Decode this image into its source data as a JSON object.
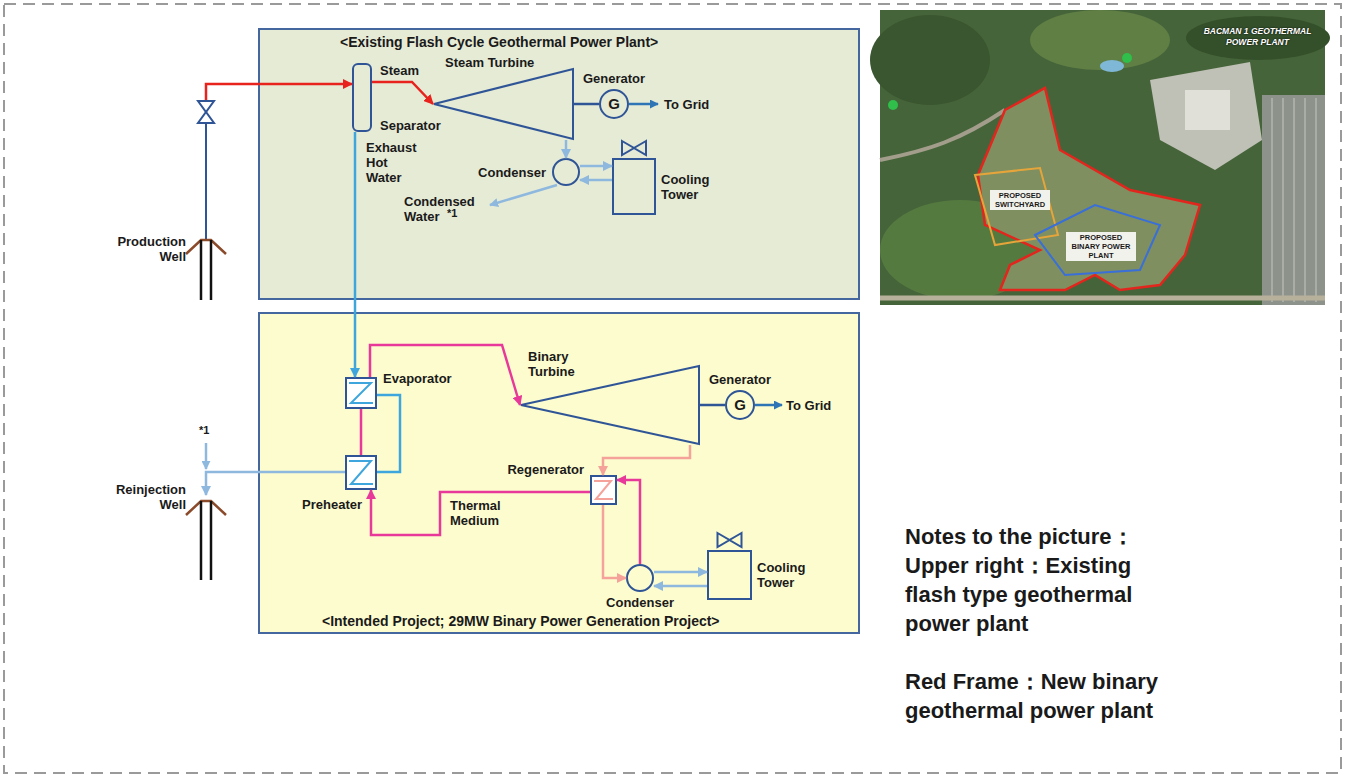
{
  "diagram": {
    "nodes": [
      {
        "text": [
          "Production Well"
        ]
      },
      {
        "text": [
          "<Existing Flash Cycle Geothermal Power Plant>"
        ]
      },
      {
        "text": [
          "Separator"
        ],
        "in": 1
      },
      {
        "text": [
          "Steam Turbine"
        ],
        "in": 1
      },
      {
        "text": [
          "Generator",
          "G"
        ],
        "in": 1
      },
      {
        "text": [
          "Condenser"
        ],
        "in": 1
      },
      {
        "text": [
          "Cooling Tower"
        ],
        "in": 1
      },
      {
        "text": [
          "<Intended Project; 29MW Binary Power Generation Project>"
        ]
      },
      {
        "text": [
          "Evaporator"
        ],
        "in": 7
      },
      {
        "text": [
          "Binary Turbine"
        ],
        "in": 7
      },
      {
        "text": [
          "Generator",
          "G"
        ],
        "in": 7
      },
      {
        "text": [
          "Preheater"
        ],
        "in": 7
      },
      {
        "text": [
          "Regenerator"
        ],
        "in": 7
      },
      {
        "text": [
          "Condenser"
        ],
        "in": 7
      },
      {
        "text": [
          "Cooling Tower"
        ],
        "in": 7
      },
      {
        "text": [
          "Reinjection Well"
        ]
      }
    ],
    "edges": [
      {
        "from": 0,
        "to": 2,
        "arrow": "to"
      },
      {
        "from": 2,
        "to": 3,
        "label": "Steam",
        "arrow": "to"
      },
      {
        "from": 3,
        "to": 4,
        "arrow": "none"
      },
      {
        "from": 3,
        "to": 5,
        "arrow": "to"
      },
      {
        "from": 5,
        "to": 6,
        "arrow": "to"
      },
      {
        "from": 6,
        "to": 5,
        "arrow": "to"
      },
      {
        "from": 2,
        "to": 8,
        "label": "Exhaust Hot Water",
        "arrow": "to"
      },
      {
        "from": 8,
        "to": 11,
        "arrow": "none"
      },
      {
        "from": 11,
        "to": 15,
        "arrow": "to"
      },
      {
        "from": 11,
        "to": 8,
        "arrow": "none"
      },
      {
        "from": 8,
        "to": 9,
        "arrow": "to"
      },
      {
        "from": 9,
        "to": 10,
        "arrow": "none"
      },
      {
        "from": 9,
        "to": 12,
        "arrow": "to"
      },
      {
        "from": 12,
        "to": 13,
        "arrow": "to"
      },
      {
        "from": 13,
        "to": 12,
        "arrow": "to"
      },
      {
        "from": 12,
        "to": 11,
        "label": "Thermal Medium",
        "arrow": "to"
      },
      {
        "from": 13,
        "to": 14,
        "arrow": "to"
      },
      {
        "from": 14,
        "to": 13,
        "arrow": "to"
      }
    ],
    "labels": [
      "To Grid",
      "To Grid",
      "Condensed Water",
      "*1",
      "*1",
      "BACMAN 1 GEOTHERMAL POWER PLANT",
      "PROPOSED SWITCHYARD",
      "PROPOSED BINARY POWER PLANT",
      "Notes to the picture：",
      "Upper right：Existing flash type geothermal power plant",
      "Red Frame：New binary geothermal power plant"
    ]
  }
}
